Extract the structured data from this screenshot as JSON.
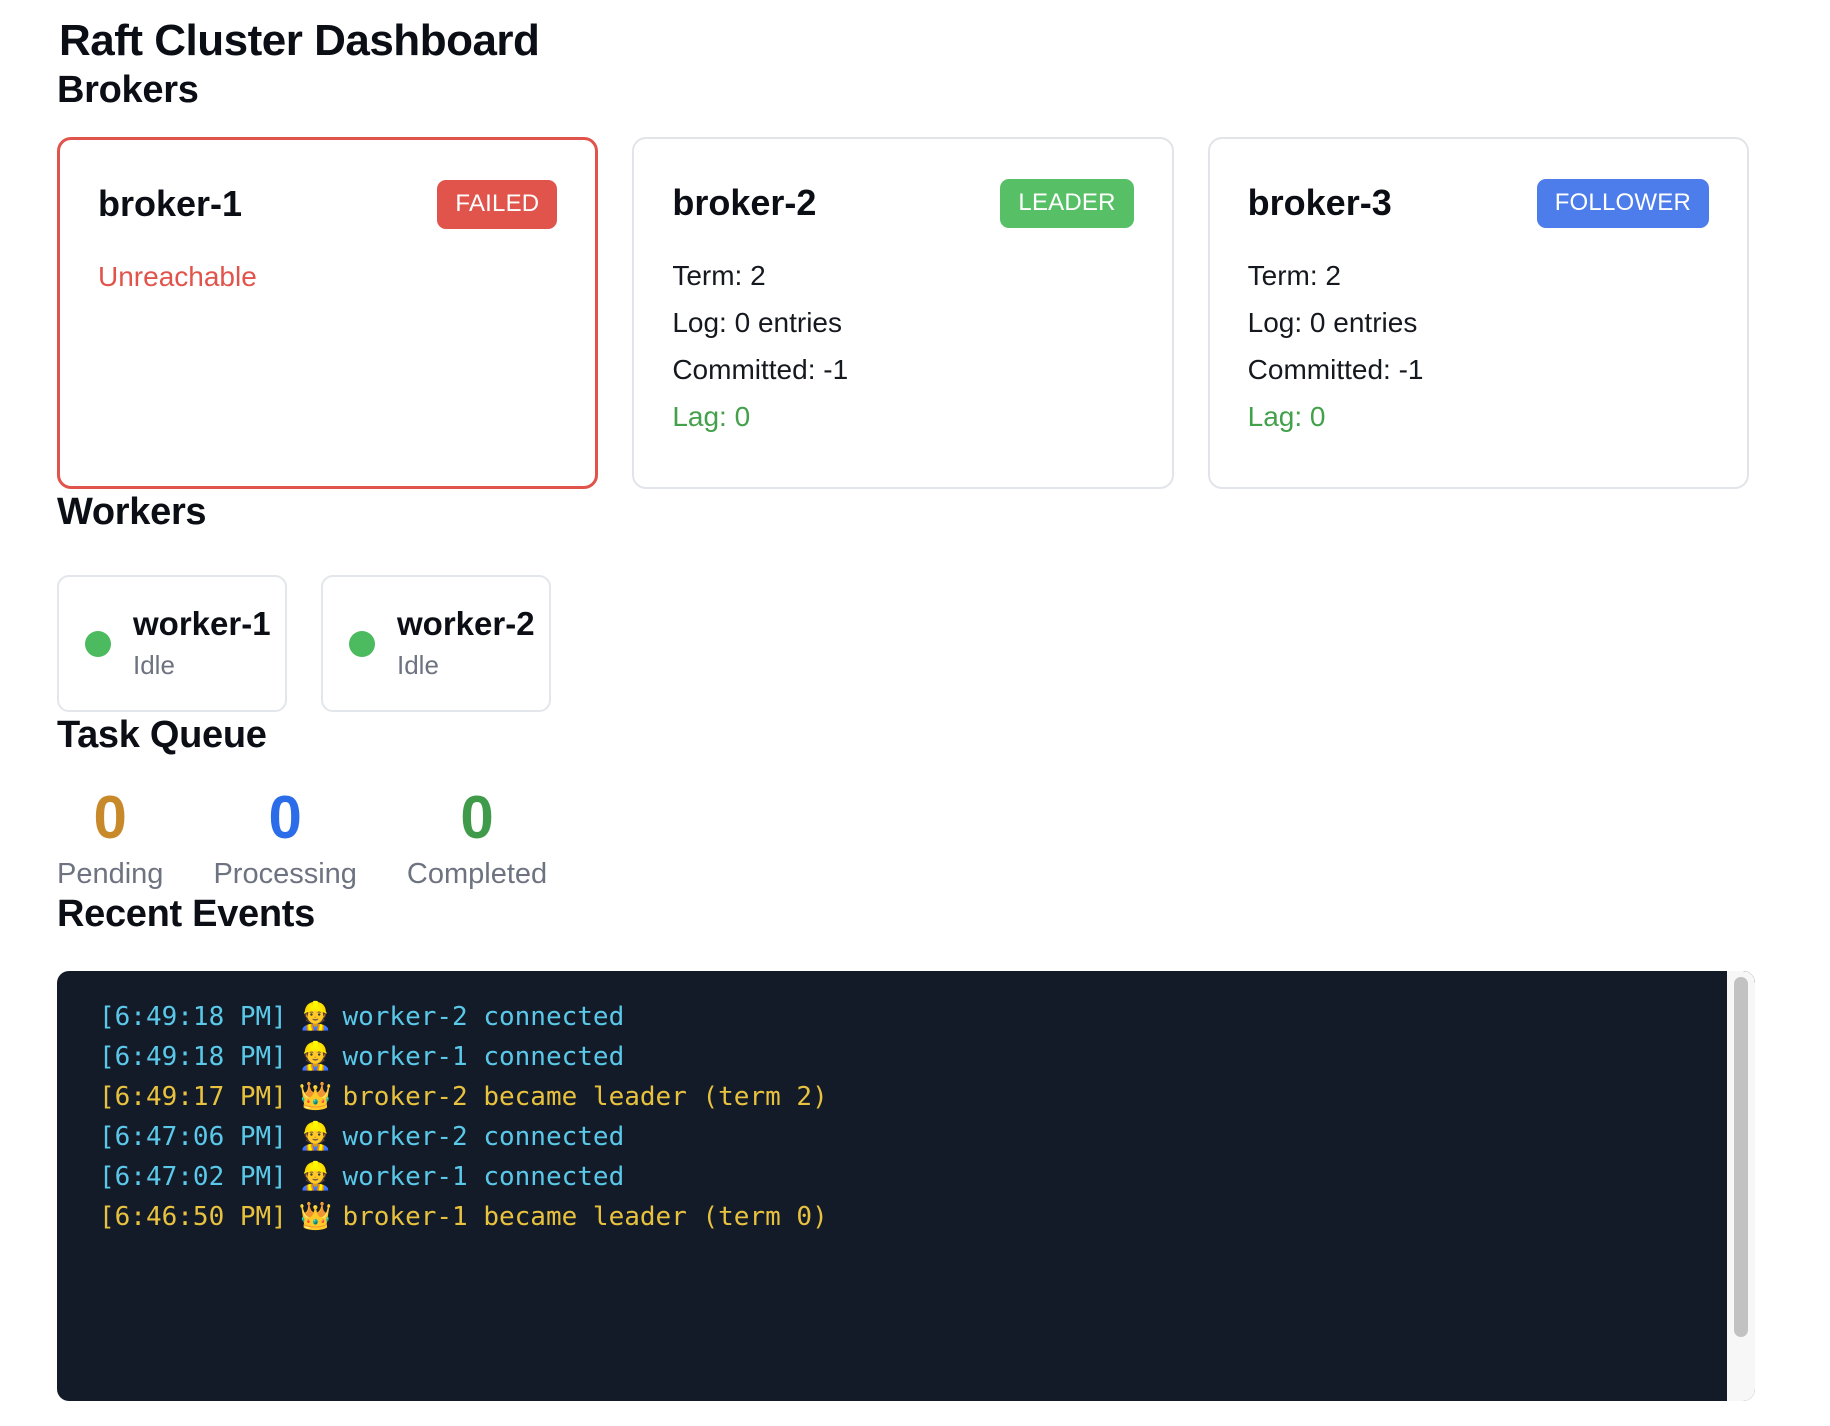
{
  "title": "Raft Cluster Dashboard",
  "sections": {
    "brokers": "Brokers",
    "workers": "Workers",
    "task_queue": "Task Queue",
    "events": "Recent Events"
  },
  "brokers": [
    {
      "name": "broker-1",
      "badge": "FAILED",
      "badge_color": "#e0544c",
      "message": "Unreachable"
    },
    {
      "name": "broker-2",
      "badge": "LEADER",
      "badge_color": "#57c066",
      "term": "Term: 2",
      "log": "Log: 0 entries",
      "committed": "Committed: -1",
      "lag": "Lag: 0"
    },
    {
      "name": "broker-3",
      "badge": "FOLLOWER",
      "badge_color": "#4d7ceb",
      "term": "Term: 2",
      "log": "Log: 0 entries",
      "committed": "Committed: -1",
      "lag": "Lag: 0"
    }
  ],
  "workers": [
    {
      "name": "worker-1",
      "status": "Idle",
      "dot_color": "#4cba5f"
    },
    {
      "name": "worker-2",
      "status": "Idle",
      "dot_color": "#4cba5f"
    }
  ],
  "task_queue": [
    {
      "value": "0",
      "label": "Pending",
      "color": "#c8892b"
    },
    {
      "value": "0",
      "label": "Processing",
      "color": "#2b6ce8"
    },
    {
      "value": "0",
      "label": "Completed",
      "color": "#3f9b4a"
    }
  ],
  "events": [
    {
      "time": "[6:49:18 PM]",
      "emoji": "👷",
      "icon": "construction-worker-icon",
      "message": "worker-2 connected",
      "kind": "info"
    },
    {
      "time": "[6:49:18 PM]",
      "emoji": "👷",
      "icon": "construction-worker-icon",
      "message": "worker-1 connected",
      "kind": "info"
    },
    {
      "time": "[6:49:17 PM]",
      "emoji": "👑",
      "icon": "crown-icon",
      "message": "broker-2 became leader (term 2)",
      "kind": "leader"
    },
    {
      "time": "[6:47:06 PM]",
      "emoji": "👷",
      "icon": "construction-worker-icon",
      "message": "worker-2 connected",
      "kind": "info"
    },
    {
      "time": "[6:47:02 PM]",
      "emoji": "👷",
      "icon": "construction-worker-icon",
      "message": "worker-1 connected",
      "kind": "info"
    },
    {
      "time": "[6:46:50 PM]",
      "emoji": "👑",
      "icon": "crown-icon",
      "message": "broker-1 became leader (term 0)",
      "kind": "leader"
    }
  ],
  "colors": {
    "failed_red": "#e0544c",
    "leader_green": "#57c066",
    "follower_blue": "#4d7ceb",
    "lag_green": "#43a04b",
    "terminal_bg": "#131b29",
    "log_info_cyan": "#5ac8e8",
    "log_leader_yellow": "#e8c13e",
    "muted_gray": "#6d7380"
  }
}
